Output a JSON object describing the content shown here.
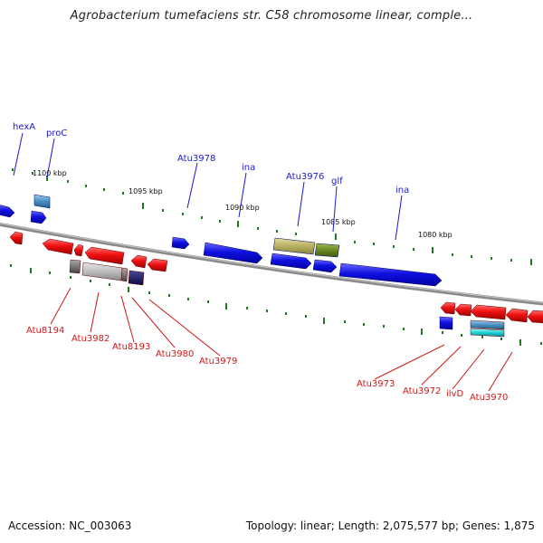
{
  "title": "Agrobacterium tumefaciens str. C58 chromosome linear, comple...",
  "footer": {
    "accession": "Accession: NC_003063",
    "topology": "Topology: linear; Length: 2,075,577 bp; Genes: 1,875"
  },
  "ruler_labels": [
    "1100 kbp",
    "1095 kbp",
    "1090 kbp",
    "1085 kbp",
    "1080 kbp"
  ],
  "top_gene_labels": [
    "hexA",
    "proC",
    "Atu3978",
    "ina",
    "Atu3976",
    "glf",
    "ina"
  ],
  "bottom_gene_labels": [
    "Atu8194",
    "Atu3982",
    "Atu8193",
    "Atu3980",
    "Atu3979",
    "Atu3973",
    "Atu3972",
    "ilvD",
    "Atu3970"
  ],
  "colors": {
    "forward_strand": "#1a1ae0",
    "reverse_strand": "#e01818",
    "backbone": "#888888",
    "tick": "#1f7a1f"
  }
}
